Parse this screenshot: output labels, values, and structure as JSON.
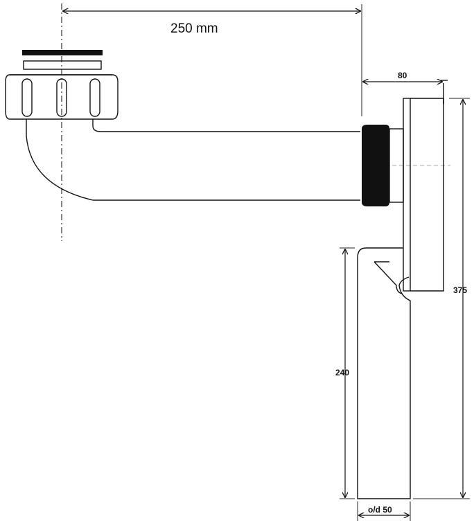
{
  "dimensions": {
    "horizontal_offset": "250 mm",
    "depth": "80",
    "total_height": "375",
    "trap_height": "240",
    "outlet_diameter": "o/d 50"
  },
  "colors": {
    "line": "#111111",
    "background": "#ffffff",
    "seal": "#111111"
  }
}
